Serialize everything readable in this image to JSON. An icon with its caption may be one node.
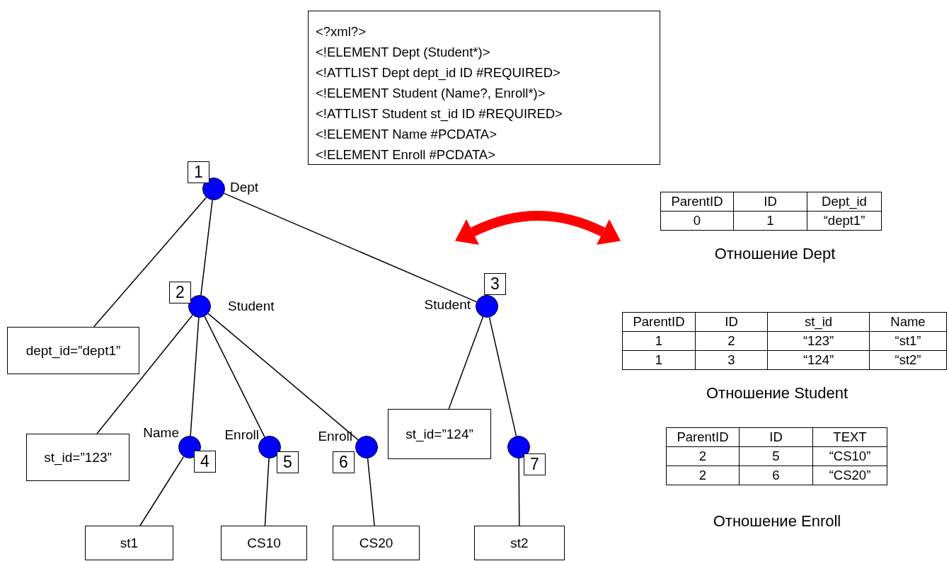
{
  "diagram": {
    "nodes": [
      {
        "text": [
          "<?xml?>",
          "<!ELEMENT Dept (Student*)>",
          "<!ATTLIST Dept dept_id ID #REQUIRED>",
          "<!ELEMENT Student (Name?, Enroll*)>",
          "<!ATTLIST Student st_id ID #REQUIRED>",
          "<!ELEMENT Name #PCDATA>",
          "<!ELEMENT Enroll #PCDATA>"
        ]
      },
      {
        "text": [
          "Dept"
        ],
        "beside": [
          "1"
        ]
      },
      {
        "text": [
          "dept_id=”dept1”"
        ]
      },
      {
        "text": [
          "Student"
        ],
        "beside": [
          "2"
        ]
      },
      {
        "text": [
          "Student"
        ],
        "beside": [
          "3"
        ]
      },
      {
        "text": [
          "st_id=”123”"
        ]
      },
      {
        "text": [
          "Name"
        ],
        "beside": [
          "4"
        ]
      },
      {
        "text": [
          "Enroll"
        ],
        "beside": [
          "5"
        ]
      },
      {
        "text": [
          "Enroll"
        ],
        "beside": [
          "6"
        ]
      },
      {
        "text": [
          "st1"
        ]
      },
      {
        "text": [
          "CS10"
        ]
      },
      {
        "text": [
          "CS20"
        ]
      },
      {
        "text": [
          "st_id=”124”"
        ]
      },
      {
        "text": [],
        "shape": "circle",
        "beside": [
          "7"
        ]
      },
      {
        "text": [
          "st2"
        ]
      }
    ],
    "edges": [
      {
        "from": 1,
        "to": 2,
        "arrow": "none"
      },
      {
        "from": 1,
        "to": 3,
        "arrow": "none"
      },
      {
        "from": 1,
        "to": 4,
        "arrow": "none"
      },
      {
        "from": 3,
        "to": 5,
        "arrow": "none"
      },
      {
        "from": 3,
        "to": 6,
        "arrow": "none"
      },
      {
        "from": 3,
        "to": 7,
        "arrow": "none"
      },
      {
        "from": 3,
        "to": 8,
        "arrow": "none"
      },
      {
        "from": 4,
        "to": 12,
        "arrow": "none"
      },
      {
        "from": 4,
        "to": 13,
        "arrow": "none"
      },
      {
        "from": 6,
        "to": 9,
        "arrow": "none"
      },
      {
        "from": 7,
        "to": 10,
        "arrow": "none"
      },
      {
        "from": 8,
        "to": 11,
        "arrow": "none"
      },
      {
        "from": 13,
        "to": 14,
        "arrow": "none"
      }
    ],
    "labels": [
      "ParentID",
      "ID",
      "Dept_id",
      "0",
      "1",
      "“dept1”",
      "Отношение Dept",
      "ParentID",
      "ID",
      "st_id",
      "Name",
      "1",
      "2",
      "“123”",
      "“st1”",
      "1",
      "3",
      "“124”",
      "“st2”",
      "Отношение Student",
      "ParentID",
      "ID",
      "TEXT",
      "2",
      "5",
      "“CS10”",
      "2",
      "6",
      "“CS20”",
      "Отношение Enroll"
    ]
  }
}
